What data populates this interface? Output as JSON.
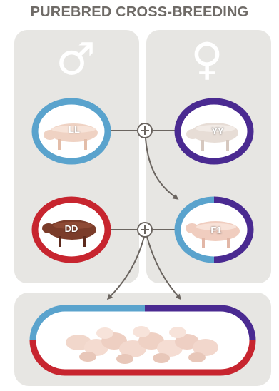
{
  "title": "PUREBRED CROSS-BREEDING",
  "symbols": {
    "male": "♂",
    "female": "♀"
  },
  "cross_symbol": "+",
  "pigs": {
    "ll": "LL",
    "yy": "YY",
    "dd": "DD",
    "f1": "F1"
  },
  "colors": {
    "light_blue": "#5aa3cd",
    "purple": "#4a2a91",
    "red": "#c7252f",
    "panel": "#e7e6e3",
    "title": "#6f6b67",
    "arrow": "#6b6560"
  }
}
